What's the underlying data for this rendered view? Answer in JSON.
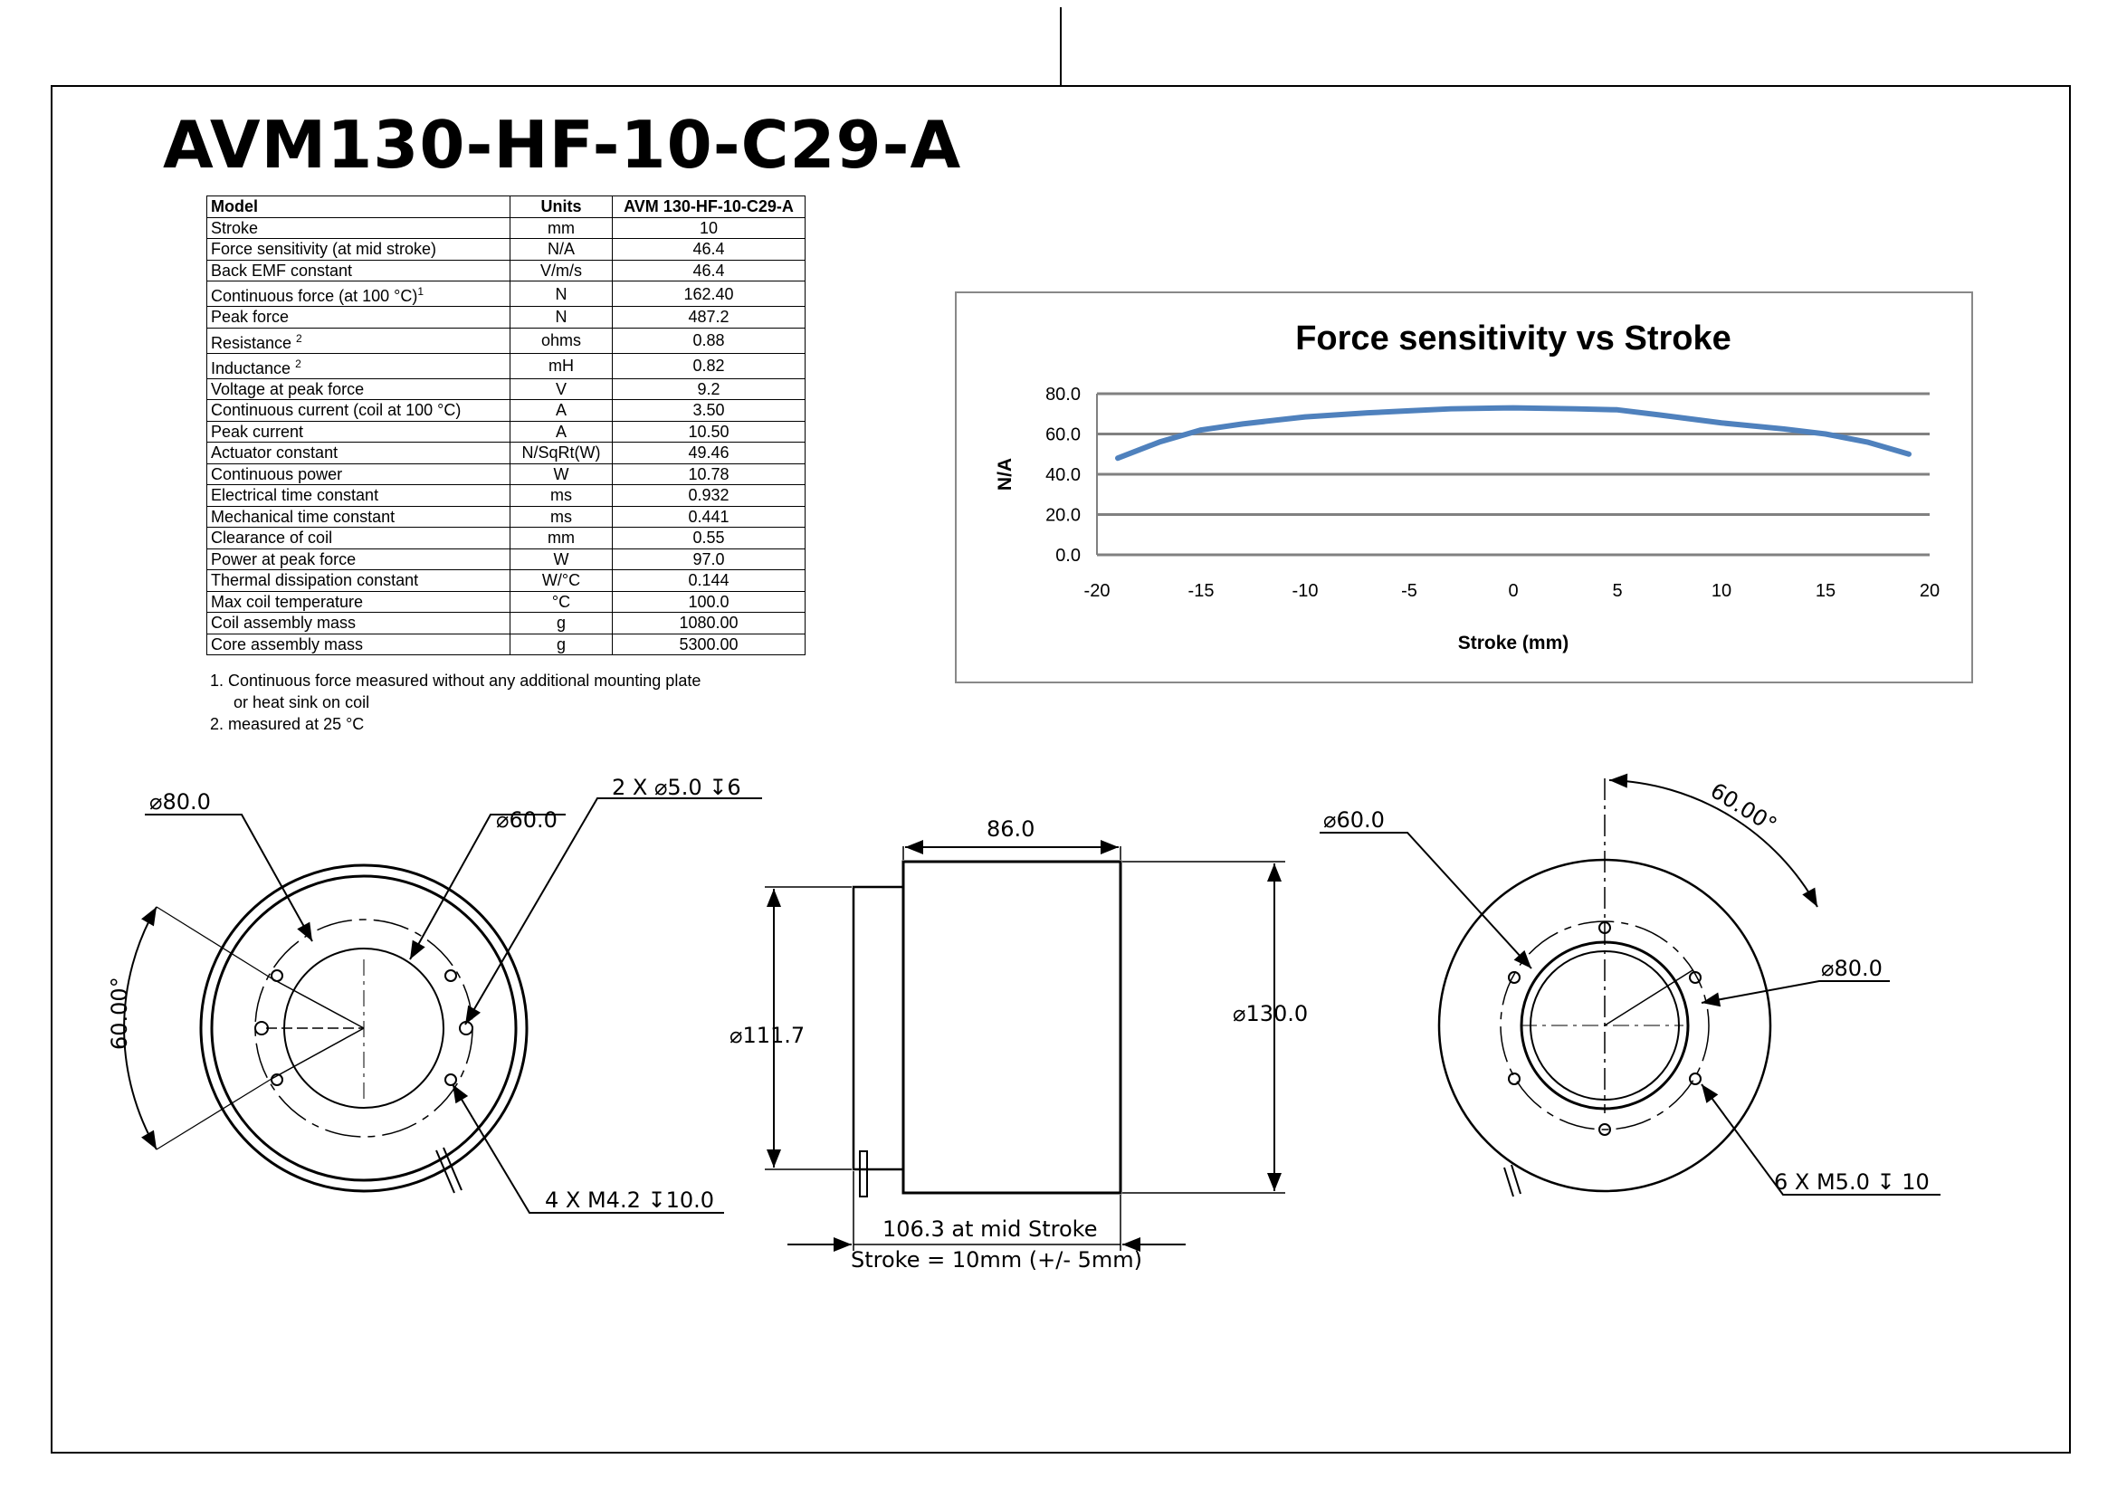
{
  "title": "AVM130-HF-10-C29-A",
  "specs": {
    "header": [
      "Model",
      "Units",
      "AVM 130-HF-10-C29-A"
    ],
    "rows": [
      {
        "param": "Stroke",
        "sup": "",
        "unit": "mm",
        "value": "10"
      },
      {
        "param": "Force sensitivity (at mid stroke)",
        "sup": "",
        "unit": "N/A",
        "value": "46.4"
      },
      {
        "param": "Back EMF constant",
        "sup": "",
        "unit": "V/m/s",
        "value": "46.4"
      },
      {
        "param": "Continuous force (at 100 °C)",
        "sup": "1",
        "unit": "N",
        "value": "162.40"
      },
      {
        "param": "Peak force",
        "sup": "",
        "unit": "N",
        "value": "487.2"
      },
      {
        "param": "Resistance ",
        "sup": "2",
        "unit": "ohms",
        "value": "0.88"
      },
      {
        "param": "Inductance ",
        "sup": "2",
        "unit": "mH",
        "value": "0.82"
      },
      {
        "param": "Voltage at peak force",
        "sup": "",
        "unit": "V",
        "value": "9.2"
      },
      {
        "param": "Continuous current (coil at 100 °C)",
        "sup": "",
        "unit": "A",
        "value": "3.50"
      },
      {
        "param": "Peak current",
        "sup": "",
        "unit": "A",
        "value": "10.50"
      },
      {
        "param": "Actuator constant",
        "sup": "",
        "unit": "N/SqRt(W)",
        "value": "49.46"
      },
      {
        "param": "Continuous power",
        "sup": "",
        "unit": "W",
        "value": "10.78"
      },
      {
        "param": "Electrical time constant",
        "sup": "",
        "unit": "ms",
        "value": "0.932"
      },
      {
        "param": "Mechanical time constant",
        "sup": "",
        "unit": "ms",
        "value": "0.441"
      },
      {
        "param": "Clearance of coil",
        "sup": "",
        "unit": "mm",
        "value": "0.55"
      },
      {
        "param": "Power at peak force",
        "sup": "",
        "unit": "W",
        "value": "97.0"
      },
      {
        "param": "Thermal dissipation constant",
        "sup": "",
        "unit": "W/°C",
        "value": "0.144"
      },
      {
        "param": "Max coil temperature",
        "sup": "",
        "unit": "°C",
        "value": "100.0"
      },
      {
        "param": "Coil assembly mass",
        "sup": "",
        "unit": "g",
        "value": "1080.00"
      },
      {
        "param": "Core assembly mass",
        "sup": "",
        "unit": "g",
        "value": "5300.00"
      }
    ]
  },
  "notes": {
    "note1_line1": "1. Continuous force measured without any additional mounting plate",
    "note1_line2": "or heat sink on coil",
    "note2": "2. measured at 25 °C"
  },
  "chart_data": {
    "type": "line",
    "title": "Force sensitivity vs Stroke",
    "xlabel": "Stroke (mm)",
    "ylabel": "N/A",
    "xlim": [
      -20,
      20
    ],
    "ylim": [
      0,
      80
    ],
    "xticks": [
      "-20",
      "-15",
      "-10",
      "-5",
      "0",
      "5",
      "10",
      "15",
      "20"
    ],
    "yticks": [
      "0.0",
      "20.0",
      "40.0",
      "60.0",
      "80.0"
    ],
    "grid": true,
    "series_color": "#4f81bd",
    "series": [
      {
        "x": [
          -19,
          -17,
          -15,
          -13,
          -10,
          -7,
          -5,
          -3,
          0,
          3,
          5,
          7,
          10,
          13,
          15,
          17,
          19
        ],
        "y": [
          48,
          56,
          62,
          65,
          68.5,
          70.5,
          71.5,
          72.5,
          73,
          72.5,
          72,
          69.5,
          65.5,
          62.5,
          60,
          56,
          50
        ]
      }
    ]
  },
  "drawing": {
    "left_view": {
      "dia_outer": "80.0",
      "dia_inner": "60.0",
      "holes_top": "2 X ",
      "holes_top_dia": "5.0",
      "holes_top_depth": "6",
      "holes_bottom": "4 X M4.2 ",
      "holes_bottom_depth": "10.0",
      "angle": "60.00°"
    },
    "side_view": {
      "length": "86.0",
      "dia_left": "111.7",
      "dia_right": "130.0",
      "mid_stroke": "106.3 at mid Stroke",
      "stroke_note": "Stroke = 10mm (+/- 5mm)"
    },
    "right_view": {
      "dia_inner": "60.0",
      "dia_outer": "80.0",
      "angle": "60.00°",
      "holes": "6 X M5.0 ",
      "holes_depth": "10"
    }
  }
}
